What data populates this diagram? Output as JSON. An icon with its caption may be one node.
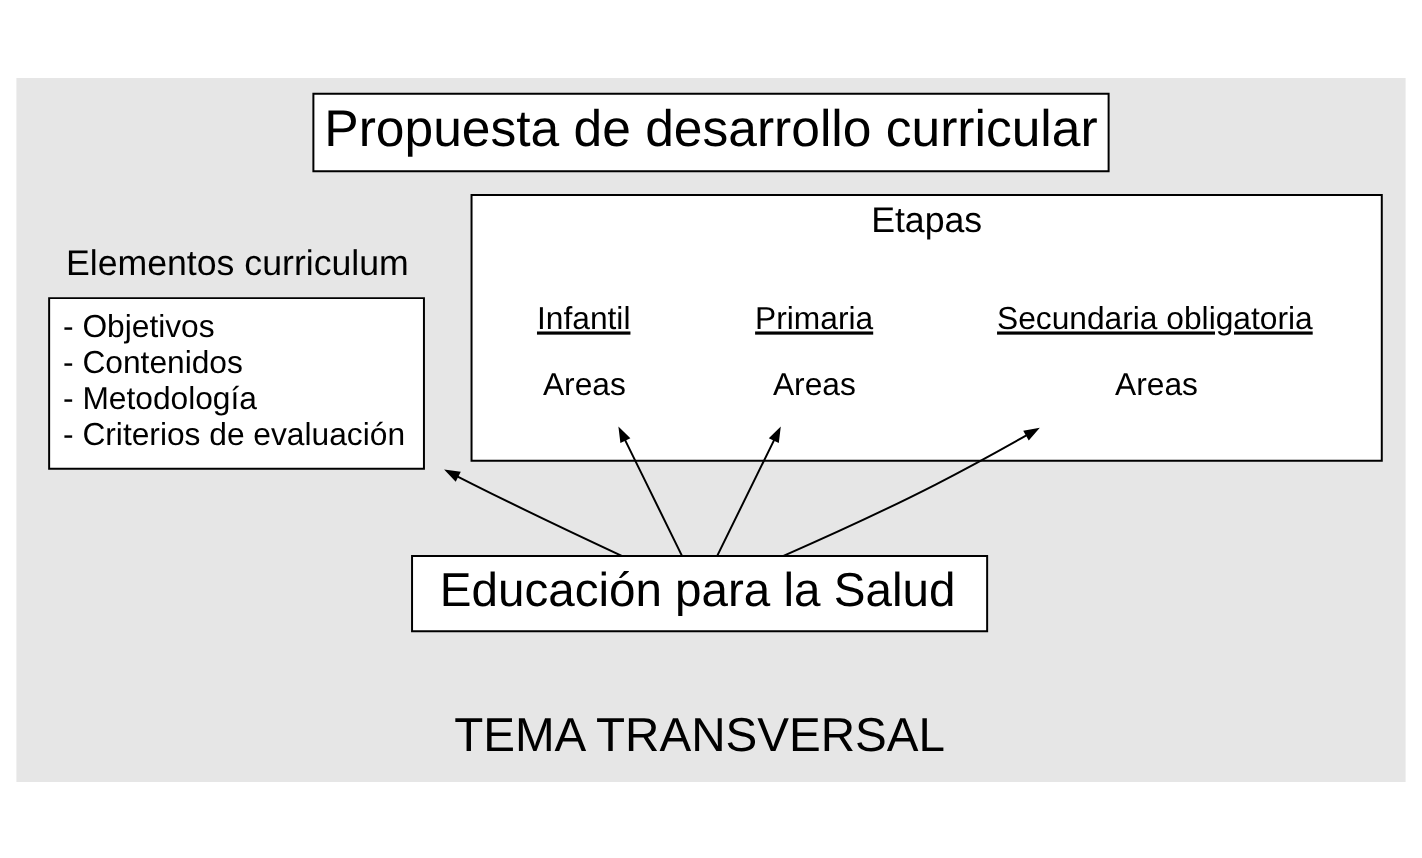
{
  "diagram": {
    "title": "Propuesta de desarrollo curricular",
    "nodes": [
      {
        "text": [
          "Elementos curriculum",
          "- Objetivos - Contenidos - Metodología - Criterios de evaluación"
        ]
      },
      {
        "text": [
          "Etapas"
        ]
      },
      {
        "text": [
          "Infantil",
          "Areas"
        ],
        "in": 1
      },
      {
        "text": [
          "Primaria",
          "Areas"
        ],
        "in": 1
      },
      {
        "text": [
          "Secundaria obligatoria",
          "Areas"
        ],
        "in": 1
      },
      {
        "text": [
          "Educación para la Salud"
        ]
      }
    ],
    "edges": [
      {
        "from": 5,
        "to": 0,
        "arrow": "to"
      },
      {
        "from": 5,
        "to": 2,
        "arrow": "to"
      },
      {
        "from": 5,
        "to": 3,
        "arrow": "to"
      },
      {
        "from": 5,
        "to": 4,
        "arrow": "to"
      }
    ],
    "labels": [
      "TEMA TRANSVERSAL"
    ]
  }
}
